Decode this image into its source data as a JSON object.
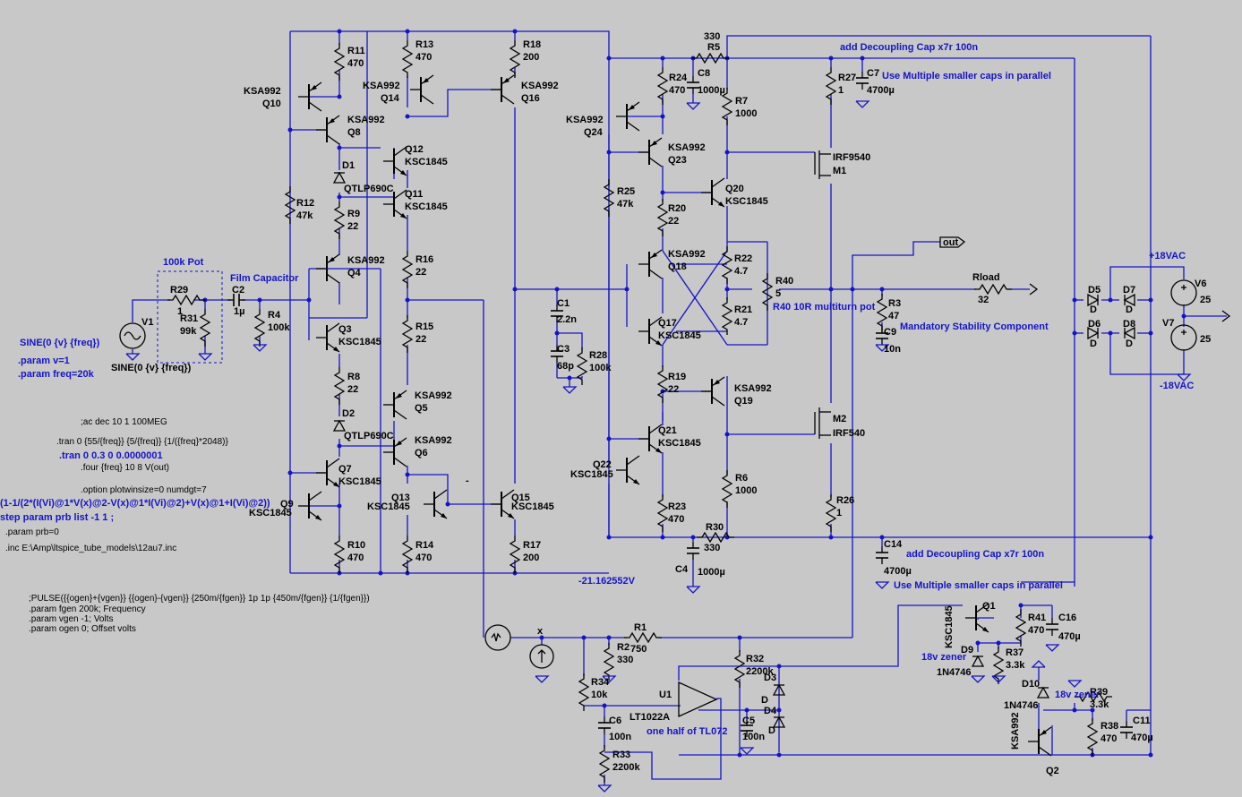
{
  "labels": [
    {
      "id": "R11",
      "t": "R11"
    },
    {
      "id": "R11v",
      "t": "470"
    },
    {
      "id": "R13",
      "t": "R13"
    },
    {
      "id": "R13v",
      "t": "470"
    },
    {
      "id": "R18",
      "t": "R18"
    },
    {
      "id": "R18v",
      "t": "200"
    },
    {
      "id": "Q10t",
      "t": "KSA992"
    },
    {
      "id": "Q10",
      "t": "Q10"
    },
    {
      "id": "Q14t",
      "t": "KSA992"
    },
    {
      "id": "Q14",
      "t": "Q14"
    },
    {
      "id": "Q16t",
      "t": "KSA992"
    },
    {
      "id": "Q16",
      "t": "Q16"
    },
    {
      "id": "Q8t",
      "t": "KSA992"
    },
    {
      "id": "Q8",
      "t": "Q8"
    },
    {
      "id": "Q12",
      "t": "Q12"
    },
    {
      "id": "Q12t",
      "t": "KSC1845"
    },
    {
      "id": "D1",
      "t": "D1"
    },
    {
      "id": "D1t",
      "t": "QTLP690C"
    },
    {
      "id": "Q11",
      "t": "Q11"
    },
    {
      "id": "Q11t",
      "t": "KSC1845"
    },
    {
      "id": "R12",
      "t": "R12"
    },
    {
      "id": "R12v",
      "t": "47k"
    },
    {
      "id": "R9",
      "t": "R9"
    },
    {
      "id": "R9v",
      "t": "22"
    },
    {
      "id": "R16",
      "t": "R16"
    },
    {
      "id": "R16v",
      "t": "22"
    },
    {
      "id": "Q4t",
      "t": "KSA992"
    },
    {
      "id": "Q4",
      "t": "Q4"
    },
    {
      "id": "Q3",
      "t": "Q3"
    },
    {
      "id": "Q3t",
      "t": "KSC1845"
    },
    {
      "id": "R15",
      "t": "R15"
    },
    {
      "id": "R15v",
      "t": "22"
    },
    {
      "id": "R8",
      "t": "R8"
    },
    {
      "id": "R8v",
      "t": "22"
    },
    {
      "id": "Q5t",
      "t": "KSA992"
    },
    {
      "id": "Q5",
      "t": "Q5"
    },
    {
      "id": "D2",
      "t": "D2"
    },
    {
      "id": "D2t",
      "t": "QTLP690C"
    },
    {
      "id": "Q6t",
      "t": "KSA992"
    },
    {
      "id": "Q6",
      "t": "Q6"
    },
    {
      "id": "Q7",
      "t": "Q7"
    },
    {
      "id": "Q7t",
      "t": "KSC1845"
    },
    {
      "id": "Q9",
      "t": "Q9"
    },
    {
      "id": "Q9t",
      "t": "KSC1845"
    },
    {
      "id": "Q13",
      "t": "Q13"
    },
    {
      "id": "Q13t",
      "t": "KSC1845"
    },
    {
      "id": "Q15",
      "t": "Q15"
    },
    {
      "id": "Q15t",
      "t": "KSC1845"
    },
    {
      "id": "R10",
      "t": "R10"
    },
    {
      "id": "R10v",
      "t": "470"
    },
    {
      "id": "R14",
      "t": "R14"
    },
    {
      "id": "R14v",
      "t": "470"
    },
    {
      "id": "R17",
      "t": "R17"
    },
    {
      "id": "R17v",
      "t": "200"
    },
    {
      "id": "R29",
      "t": "R29"
    },
    {
      "id": "R29v",
      "t": "1"
    },
    {
      "id": "R31",
      "t": "R31"
    },
    {
      "id": "R31v",
      "t": "99k"
    },
    {
      "id": "C2",
      "t": "C2"
    },
    {
      "id": "C2v",
      "t": "1µ"
    },
    {
      "id": "R4",
      "t": "R4"
    },
    {
      "id": "R4v",
      "t": "100k"
    },
    {
      "id": "V1",
      "t": "V1"
    },
    {
      "id": "V1src",
      "t": "SINE(0 {v} {freq})"
    },
    {
      "id": "C1",
      "t": "C1"
    },
    {
      "id": "C1v",
      "t": "2.2n"
    },
    {
      "id": "C3",
      "t": "C3"
    },
    {
      "id": "C3v",
      "t": "68p"
    },
    {
      "id": "R28",
      "t": "R28"
    },
    {
      "id": "R28v",
      "t": "100k"
    },
    {
      "id": "R5v",
      "t": "330"
    },
    {
      "id": "R5",
      "t": "R5"
    },
    {
      "id": "R24",
      "t": "R24"
    },
    {
      "id": "R24v",
      "t": "470"
    },
    {
      "id": "C8",
      "t": "C8"
    },
    {
      "id": "C8v",
      "t": "1000µ"
    },
    {
      "id": "R7",
      "t": "R7"
    },
    {
      "id": "R7v",
      "t": "1000"
    },
    {
      "id": "R27",
      "t": "R27"
    },
    {
      "id": "R27v",
      "t": "1"
    },
    {
      "id": "C7",
      "t": "C7"
    },
    {
      "id": "C7v",
      "t": "4700µ"
    },
    {
      "id": "Q24t",
      "t": "KSA992"
    },
    {
      "id": "Q24",
      "t": "Q24"
    },
    {
      "id": "Q23t",
      "t": "KSA992"
    },
    {
      "id": "Q23",
      "t": "Q23"
    },
    {
      "id": "M1t",
      "t": "IRF9540"
    },
    {
      "id": "M1",
      "t": "M1"
    },
    {
      "id": "R25",
      "t": "R25"
    },
    {
      "id": "R25v",
      "t": "47k"
    },
    {
      "id": "Q20",
      "t": "Q20"
    },
    {
      "id": "Q20t",
      "t": "KSC1845"
    },
    {
      "id": "R20",
      "t": "R20"
    },
    {
      "id": "R20v",
      "t": "22"
    },
    {
      "id": "Q18t",
      "t": "KSA992"
    },
    {
      "id": "Q18",
      "t": "Q18"
    },
    {
      "id": "R22",
      "t": "R22"
    },
    {
      "id": "R22v",
      "t": "4.7"
    },
    {
      "id": "R40",
      "t": "R40"
    },
    {
      "id": "R40v",
      "t": "5"
    },
    {
      "id": "R21",
      "t": "R21"
    },
    {
      "id": "R21v",
      "t": "4.7"
    },
    {
      "id": "Q17",
      "t": "Q17"
    },
    {
      "id": "Q17t",
      "t": "KSC1845"
    },
    {
      "id": "R19",
      "t": "R19"
    },
    {
      "id": "R19v",
      "t": "22"
    },
    {
      "id": "Q19t",
      "t": "KSA992"
    },
    {
      "id": "Q19",
      "t": "Q19"
    },
    {
      "id": "M2",
      "t": "M2"
    },
    {
      "id": "M2t",
      "t": "IRF540"
    },
    {
      "id": "Q21",
      "t": "Q21"
    },
    {
      "id": "Q21t",
      "t": "KSC1845"
    },
    {
      "id": "Q22",
      "t": "Q22"
    },
    {
      "id": "Q22t",
      "t": "KSC1845"
    },
    {
      "id": "R6",
      "t": "R6"
    },
    {
      "id": "R6v",
      "t": "1000"
    },
    {
      "id": "R23",
      "t": "R23"
    },
    {
      "id": "R23v",
      "t": "470"
    },
    {
      "id": "R26",
      "t": "R26"
    },
    {
      "id": "R26v",
      "t": "1"
    },
    {
      "id": "R30",
      "t": "R30"
    },
    {
      "id": "R30v",
      "t": "330"
    },
    {
      "id": "C4",
      "t": "C4"
    },
    {
      "id": "C4v",
      "t": "1000µ"
    },
    {
      "id": "C14",
      "t": "C14"
    },
    {
      "id": "C14v",
      "t": "4700µ"
    },
    {
      "id": "R3",
      "t": "R3"
    },
    {
      "id": "R3v",
      "t": "47"
    },
    {
      "id": "C9",
      "t": "C9"
    },
    {
      "id": "C9v",
      "t": "10n"
    },
    {
      "id": "Rload",
      "t": "Rload"
    },
    {
      "id": "Rloadv",
      "t": "32"
    },
    {
      "id": "D5",
      "t": "D5"
    },
    {
      "id": "D5t",
      "t": "D"
    },
    {
      "id": "D6",
      "t": "D6"
    },
    {
      "id": "D6t",
      "t": "D"
    },
    {
      "id": "D7",
      "t": "D7"
    },
    {
      "id": "D7t",
      "t": "D"
    },
    {
      "id": "D8",
      "t": "D8"
    },
    {
      "id": "D8t",
      "t": "D"
    },
    {
      "id": "V6",
      "t": "V6"
    },
    {
      "id": "V6v",
      "t": "25"
    },
    {
      "id": "V7",
      "t": "V7"
    },
    {
      "id": "V7v",
      "t": "25"
    },
    {
      "id": "R1",
      "t": "R1"
    },
    {
      "id": "R1v",
      "t": "750"
    },
    {
      "id": "R2",
      "t": "R2"
    },
    {
      "id": "R2v",
      "t": "330"
    },
    {
      "id": "R32",
      "t": "R32"
    },
    {
      "id": "R32v",
      "t": "2200k"
    },
    {
      "id": "R34",
      "t": "R34"
    },
    {
      "id": "R34v",
      "t": "10k"
    },
    {
      "id": "U1",
      "t": "U1"
    },
    {
      "id": "U1t",
      "t": "LT1022A"
    },
    {
      "id": "D3",
      "t": "D3"
    },
    {
      "id": "D3t",
      "t": "D"
    },
    {
      "id": "D4",
      "t": "D4"
    },
    {
      "id": "D4t",
      "t": "D"
    },
    {
      "id": "C6",
      "t": "C6"
    },
    {
      "id": "C6v",
      "t": "100n"
    },
    {
      "id": "C5",
      "t": "C5"
    },
    {
      "id": "C5v",
      "t": "100n"
    },
    {
      "id": "R33",
      "t": "R33"
    },
    {
      "id": "R33v",
      "t": "2200k"
    },
    {
      "id": "Q1",
      "t": "Q1"
    },
    {
      "id": "Q1t",
      "t": "KSC1845"
    },
    {
      "id": "R41",
      "t": "R41"
    },
    {
      "id": "R41v",
      "t": "470"
    },
    {
      "id": "C16",
      "t": "C16"
    },
    {
      "id": "C16v",
      "t": "470µ"
    },
    {
      "id": "D9",
      "t": "D9"
    },
    {
      "id": "D9t",
      "t": "1N4746"
    },
    {
      "id": "R37",
      "t": "R37"
    },
    {
      "id": "R37v",
      "t": "3.3k"
    },
    {
      "id": "D10",
      "t": "D10"
    },
    {
      "id": "D10t",
      "t": "1N4746"
    },
    {
      "id": "R39",
      "t": "R39"
    },
    {
      "id": "R39v",
      "t": "3.3k"
    },
    {
      "id": "R38",
      "t": "R38"
    },
    {
      "id": "R38v",
      "t": "470"
    },
    {
      "id": "C11",
      "t": "C11"
    },
    {
      "id": "C11v",
      "t": "470µ"
    },
    {
      "id": "Q2",
      "t": "Q2"
    },
    {
      "id": "Q2t",
      "t": "KSA992"
    },
    {
      "id": "x",
      "t": "x"
    },
    {
      "id": "dash",
      "t": "-"
    }
  ],
  "annotations": [
    {
      "id": "potlbl",
      "t": "100k Pot"
    },
    {
      "id": "filmcap",
      "t": "Film Capacitor"
    },
    {
      "id": "sine1",
      "t": "SINE(0 {v} {freq})"
    },
    {
      "id": "paramv",
      "t": ".param v=1"
    },
    {
      "id": "paramf",
      "t": ".param freq=20k"
    },
    {
      "id": "tran2",
      "t": ".tran 0 0.3 0 0.0000001"
    },
    {
      "id": "steps",
      "t": "step param prb list -1 1 ;"
    },
    {
      "id": "decap1",
      "t": "add Decoupling Cap x7r 100n"
    },
    {
      "id": "multi1",
      "t": "Use Multiple smaller caps in parallel"
    },
    {
      "id": "r40note",
      "t": "R40 10R multiturn pot"
    },
    {
      "id": "stab",
      "t": "Mandatory Stability Component"
    },
    {
      "id": "p18",
      "t": "+18VAC"
    },
    {
      "id": "m18",
      "t": "-18VAC"
    },
    {
      "id": "decap2",
      "t": "add Decoupling Cap x7r 100n"
    },
    {
      "id": "multi2",
      "t": "Use Multiple smaller caps in parallel"
    },
    {
      "id": "vout",
      "t": "-21.162552V"
    },
    {
      "id": "tl072",
      "t": "one half of TL072"
    },
    {
      "id": "z1",
      "t": "18v zener"
    },
    {
      "id": "z2",
      "t": "18v zener"
    },
    {
      "id": "biasexpr",
      "t": "(1-1/(2*(I(Vi)@1*V(x)@2-V(x)@1*I(Vi)@2)+V(x)@1+I(Vi)@2))"
    }
  ],
  "directives": [
    {
      "id": "acdec",
      "t": ";ac dec 10 1 100MEG"
    },
    {
      "id": "tran1",
      "t": ".tran 0 {55/{freq}} {5/{freq}} {1/({freq}*2048)}"
    },
    {
      "id": "four",
      "t": ".four {freq} 10 8 V(out)"
    },
    {
      "id": "optn",
      "t": ".option plotwinsize=0 numdgt=7"
    },
    {
      "id": "prb",
      "t": ".param prb=0"
    },
    {
      "id": "inc",
      "t": ".inc E:\\Amp\\ltspice_tube_models\\12au7.inc"
    },
    {
      "id": "pulse",
      "t": ";PULSE({{ogen}+{vgen}} {{ogen}-{vgen}} {250m/{fgen}} 1p 1p {450m/{fgen}} {1/{fgen}})"
    },
    {
      "id": "fgen",
      "t": ".param fgen 200k; Frequency"
    },
    {
      "id": "vgen",
      "t": ".param vgen  -1; Volts"
    },
    {
      "id": "ogen",
      "t": ".param ogen 0; Offset volts"
    }
  ],
  "netlabels": [
    {
      "id": "out",
      "t": "out"
    }
  ]
}
